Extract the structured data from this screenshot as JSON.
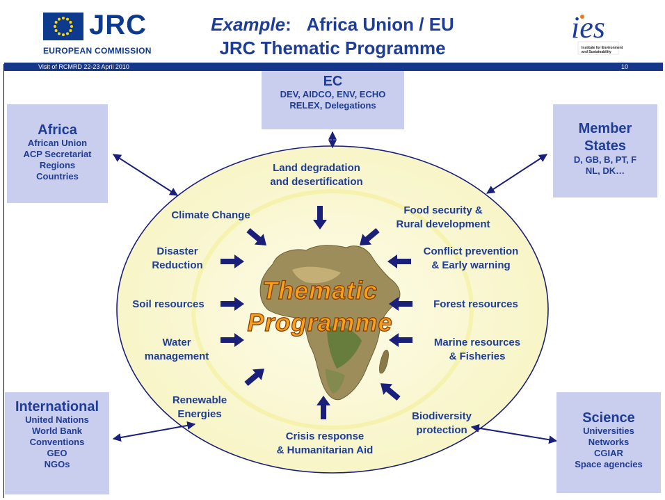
{
  "header": {
    "org_logo_text": "JRC",
    "org_subtitle": "EUROPEAN COMMISSION",
    "title_prefix": "Example",
    "title_colon": ":",
    "title_line1_rest": "Africa Union / EU",
    "title_line2": "JRC Thematic Programme",
    "ies_logo_text": "ies",
    "ies_subtitle": "Institute for Environment and Sustainability",
    "footer_left": "Visit of RCMRD 22-23 April 2010",
    "page_number": "10"
  },
  "partners": {
    "ec": {
      "title": "EC",
      "lines": [
        "DEV, AIDCO, ENV, ECHO",
        "RELEX, Delegations"
      ]
    },
    "africa": {
      "title": "Africa",
      "lines": [
        "African Union",
        "ACP Secretariat",
        "Regions",
        "Countries"
      ]
    },
    "member_states": {
      "title_1": "Member",
      "title_2": "States",
      "lines": [
        "D, GB, B, PT, F",
        "NL, DK…"
      ]
    },
    "international": {
      "title": "International",
      "lines": [
        "United Nations",
        "World Bank",
        "Conventions",
        "GEO",
        "NGOs"
      ]
    },
    "science": {
      "title": "Science",
      "lines": [
        "Universities",
        "Networks",
        "CGIAR",
        "Space agencies"
      ]
    }
  },
  "center": {
    "line1": "Thematic",
    "line2": "Programme"
  },
  "themes": {
    "land_degradation": [
      "Land degradation",
      "and desertification"
    ],
    "climate_change": [
      "Climate Change"
    ],
    "food_security": [
      "Food security &",
      "Rural development"
    ],
    "disaster_reduction": [
      "Disaster",
      "Reduction"
    ],
    "conflict_prevention": [
      "Conflict prevention",
      "& Early warning"
    ],
    "soil_resources": [
      "Soil resources"
    ],
    "forest_resources": [
      "Forest resources"
    ],
    "water_management": [
      "Water",
      "management"
    ],
    "marine_resources": [
      "Marine resources",
      "& Fisheries"
    ],
    "renewable_energies": [
      "Renewable",
      "Energies"
    ],
    "biodiversity": [
      "Biodiversity",
      "protection"
    ],
    "crisis_response": [
      "Crisis response",
      "& Humanitarian Aid"
    ]
  },
  "colors": {
    "text_blue": "#1e3d96",
    "box_fill": "#c9cdee",
    "ellipse_fill": "#fcfbd9",
    "arrow_navy": "#1a1f7a",
    "center_text": "#f7a21a"
  }
}
